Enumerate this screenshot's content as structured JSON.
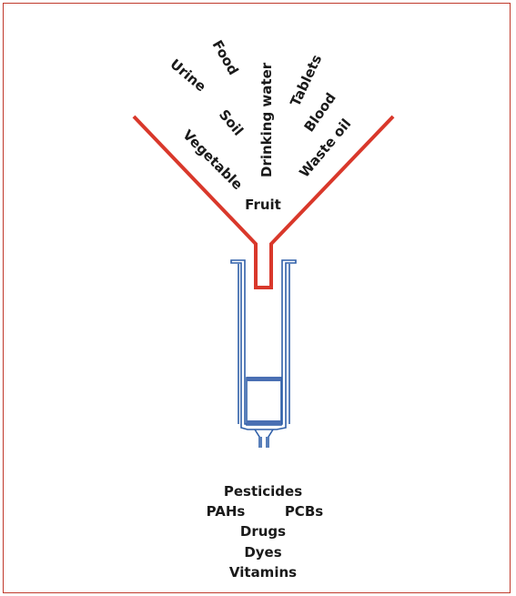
{
  "sample_types": [
    "Food",
    "Urine",
    "Soil",
    "Vegetable",
    "Drinking water",
    "Tablets",
    "Blood",
    "Waste oil",
    "Fruit"
  ],
  "analytes": [
    "Pesticides",
    "PAHs",
    "PCBs",
    "Drugs",
    "Dyes",
    "Vitamins"
  ],
  "colors": {
    "funnel": "#d9382b",
    "syringe": "#2f5fa8",
    "frame": "#c0392b",
    "text": "#1a1a1a",
    "sorbent": "#4a6fb3"
  }
}
